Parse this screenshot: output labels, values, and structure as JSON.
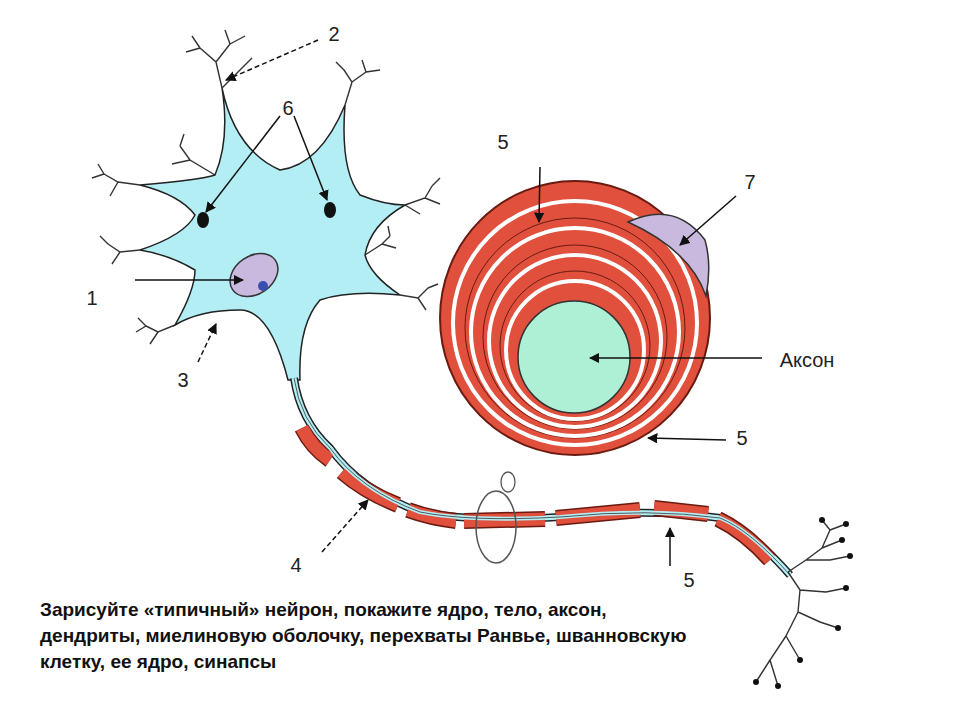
{
  "diagram": {
    "caption": "Зарисуйте «типичный» нейрон, покажите ядро, тело, аксон, дендриты, миелиновую оболочку, перехваты Ранвье, шванновскую клетку, ее ядро, синапсы",
    "labels": [
      "2",
      "6",
      "5",
      "7",
      "1",
      "Аксон",
      "3",
      "5",
      "4",
      "5"
    ]
  }
}
